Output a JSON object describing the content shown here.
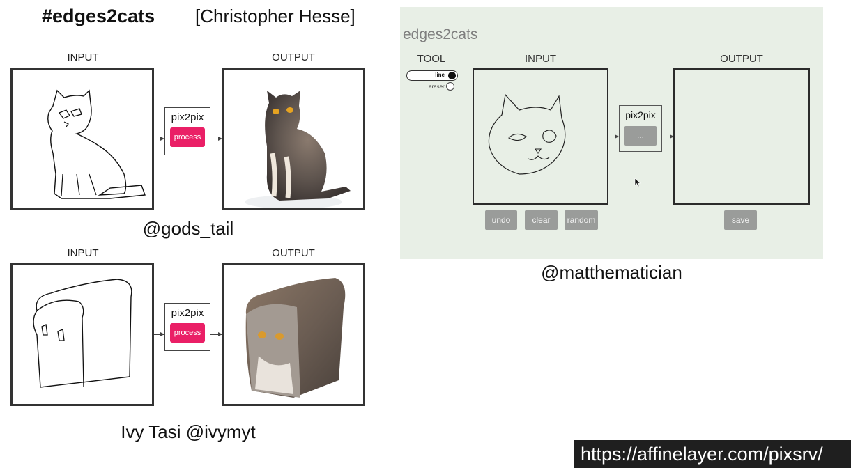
{
  "slide": {
    "title": "#edges2cats",
    "credit": "[Christopher Hesse]",
    "url": "https://affinelayer.com/pixsrv/"
  },
  "example1": {
    "input_label": "INPUT",
    "output_label": "OUTPUT",
    "node_title": "pix2pix",
    "process_label": "process",
    "handle": "@gods_tail"
  },
  "example2": {
    "input_label": "INPUT",
    "output_label": "OUTPUT",
    "node_title": "pix2pix",
    "process_label": "process",
    "handle": "Ivy Tasi @ivymyt"
  },
  "demo": {
    "app_title": "edges2cats",
    "tool_label": "TOOL",
    "tool_line": "line",
    "tool_eraser": "eraser",
    "input_label": "INPUT",
    "output_label": "OUTPUT",
    "node_title": "pix2pix",
    "process_placeholder": "...",
    "buttons": {
      "undo": "undo",
      "clear": "clear",
      "random": "random",
      "save": "save"
    },
    "handle": "@matthematician"
  },
  "colors": {
    "process_pink": "#ea1f66",
    "demo_bg": "#e8efe6",
    "gray_button": "#9a9c9a"
  }
}
